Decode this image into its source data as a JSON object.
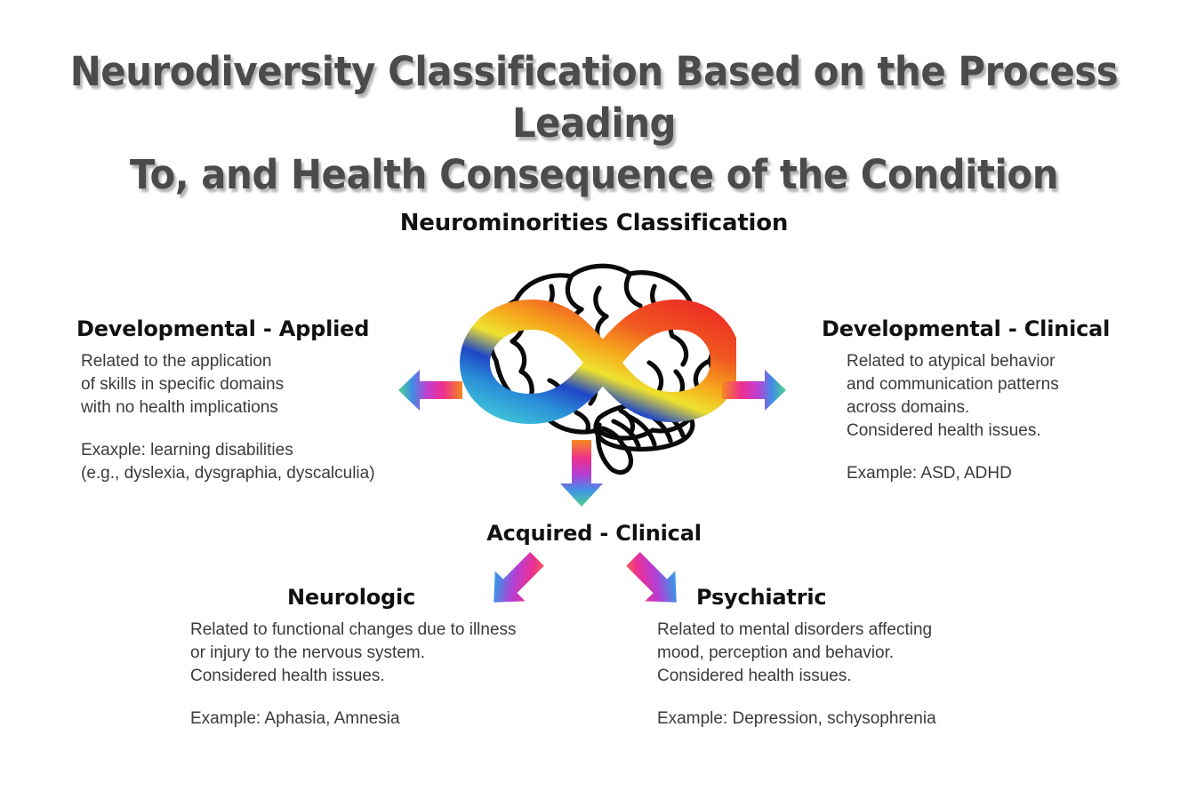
{
  "title": {
    "line1": "Neurodiversity Classification Based on the Process Leading",
    "line2": "To, and Health Consequence of the Condition",
    "color": "#4b4b4b"
  },
  "center_heading": "Neurominorities Classification",
  "figure": {
    "name": "brain-with-infinity-symbol",
    "outline_color": "#000000",
    "infinity_colors": {
      "left_loop_outer": "#3fb9e0",
      "left_loop_top": "#1e50c8",
      "left_loop_bottom": "#2fb37f",
      "center": "#f2d43c",
      "right_loop_top": "#f5a623",
      "right_loop_right": "#ef3b2c",
      "right_loop_bottom": "#e0219a"
    }
  },
  "arrows": {
    "gradient": [
      "#f58a1f",
      "#e0219a",
      "#8b3fd6",
      "#3f8fe0",
      "#4fd18a"
    ],
    "left": "arrow-left-icon",
    "right": "arrow-right-icon",
    "down": "arrow-down-icon",
    "down_left": "arrow-down-left-icon",
    "down_right": "arrow-down-right-icon"
  },
  "panels": {
    "developmental_applied": {
      "title": "Developmental - Applied",
      "body": [
        "Related to the application",
        "of skills in specific domains",
        "with no health implications"
      ],
      "example": [
        "Exaxple: learning disabilities",
        "(e.g., dyslexia, dysgraphia, dyscalculia)"
      ]
    },
    "developmental_clinical": {
      "title": "Developmental - Clinical",
      "body": [
        "Related to atypical behavior",
        "and communication patterns",
        "across domains.",
        "Considered health issues."
      ],
      "example": [
        "Example: ASD, ADHD"
      ]
    },
    "acquired_clinical": {
      "title": "Acquired - Clinical"
    },
    "neurologic": {
      "title": "Neurologic",
      "body": [
        "Related to functional changes due to illness",
        "or injury to the nervous system.",
        "Considered health issues."
      ],
      "example": [
        "Example: Aphasia, Amnesia"
      ]
    },
    "psychiatric": {
      "title": "Psychiatric",
      "body": [
        "Related to mental disorders affecting",
        "mood, perception and behavior.",
        "Considered health issues."
      ],
      "example": [
        "Example: Depression, schysophrenia"
      ]
    }
  }
}
